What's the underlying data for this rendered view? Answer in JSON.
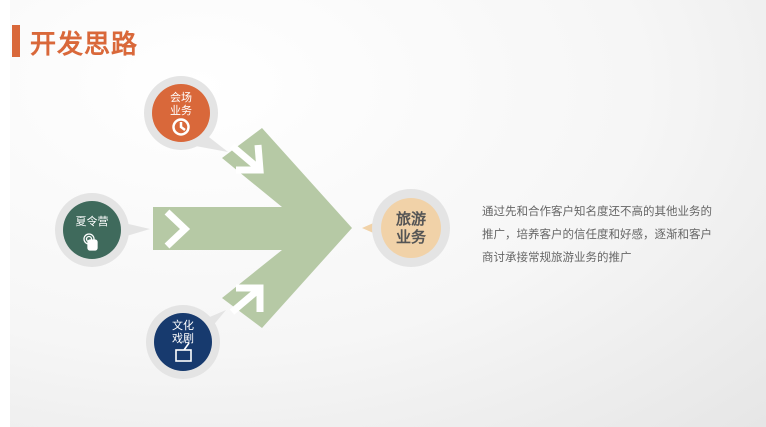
{
  "title": "开发思路",
  "sources": [
    {
      "label_line1": "会场",
      "label_line2": "业务",
      "icon": "clock-icon",
      "color": "#D9683A"
    },
    {
      "label_line1": "夏令营",
      "label_line2": "",
      "icon": "touch-hand-icon",
      "color": "#3F6A5C"
    },
    {
      "label_line1": "文化",
      "label_line2": "戏剧",
      "icon": "tv-icon",
      "color": "#173A6E"
    }
  ],
  "target": {
    "label_line1": "旅游",
    "label_line2": "业务",
    "color": "#F1D2A8"
  },
  "arrow_color": "#B6C9A5",
  "description": "通过先和合作客户知名度还不高的其他业务的推广，培养客户的信任度和好感，逐渐和客户商讨承接常规旅游业务的推广"
}
